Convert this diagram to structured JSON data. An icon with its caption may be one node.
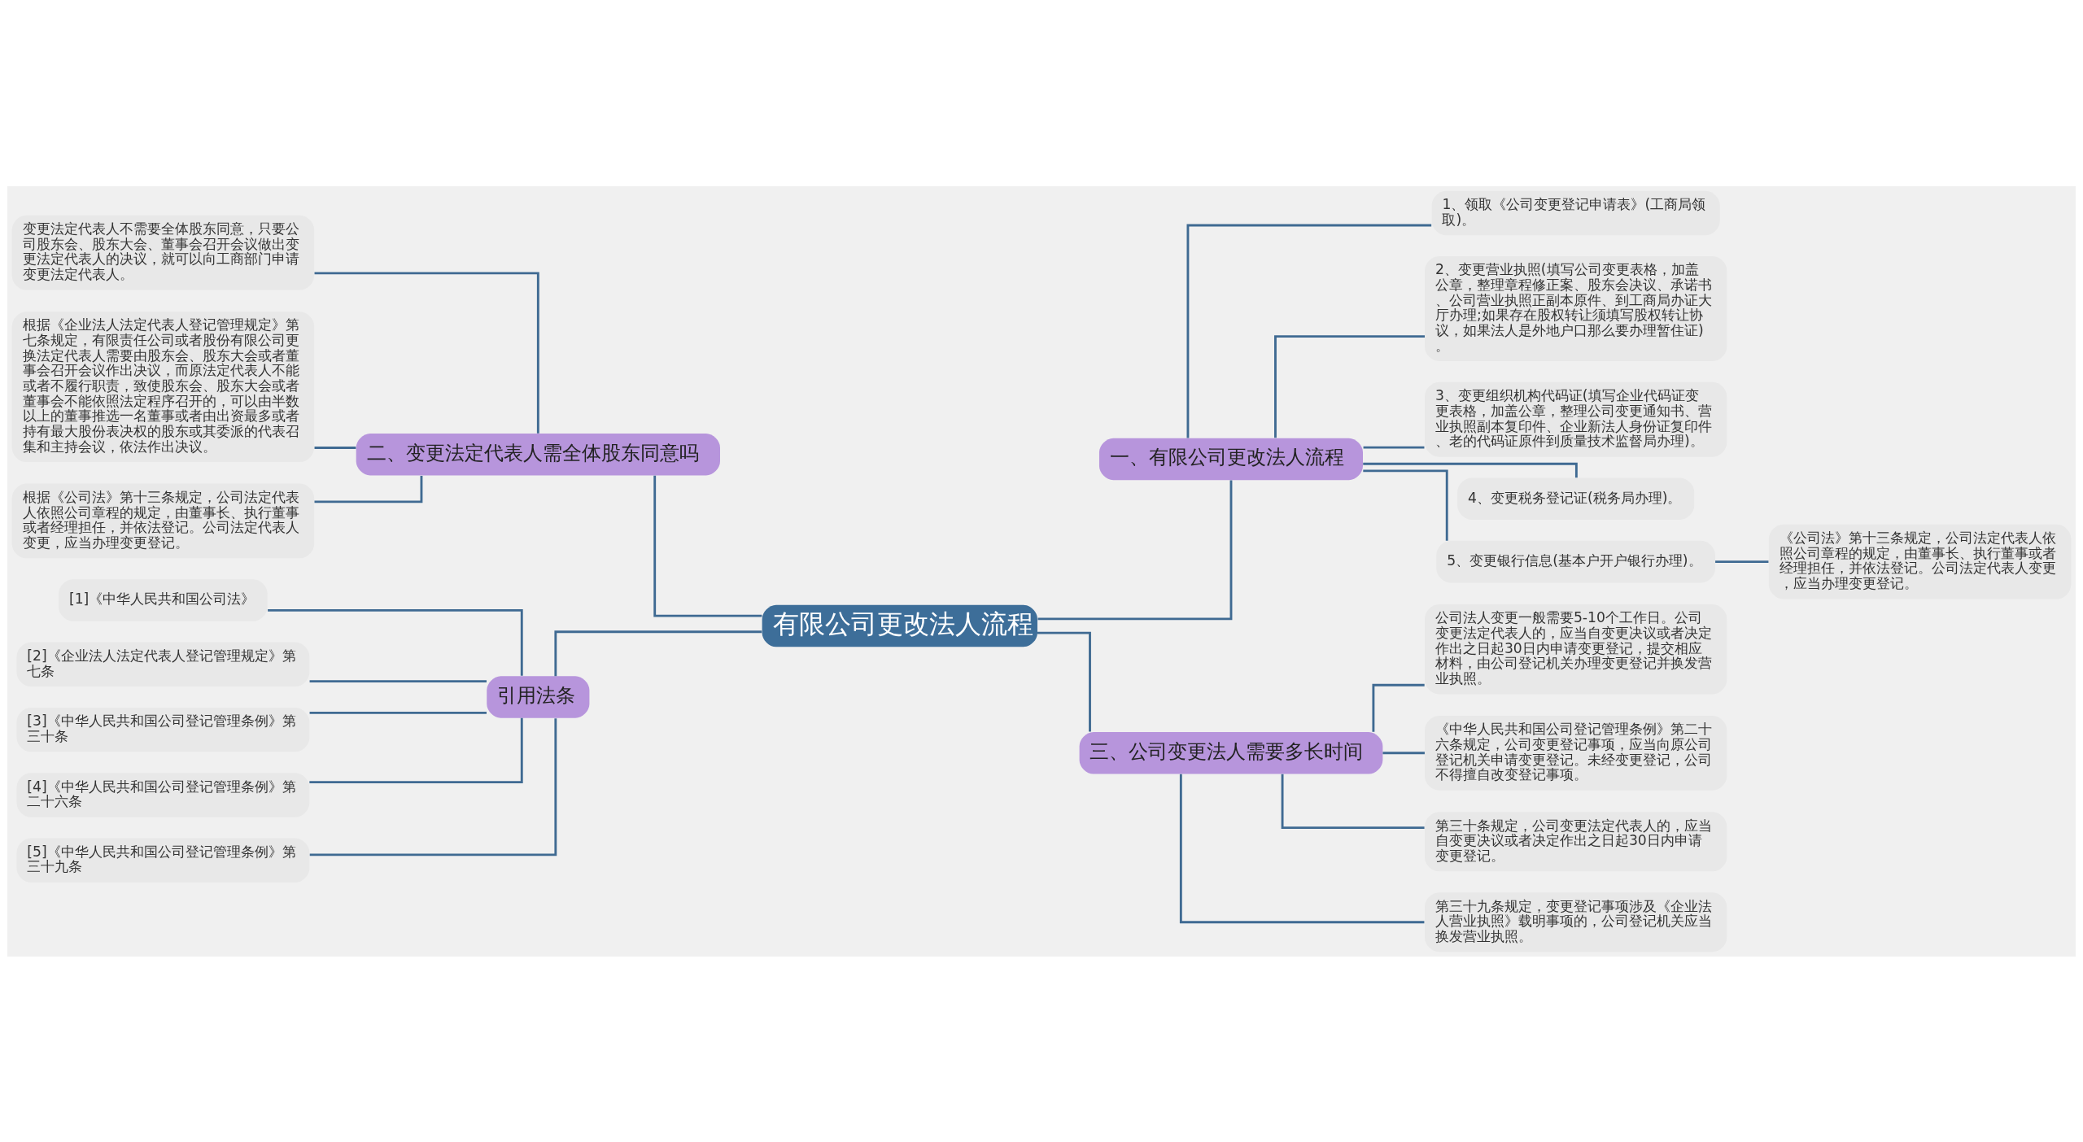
{
  "diagram": {
    "nodes": [
      {
        "text": [
          "有限公司更改法人流程"
        ]
      },
      {
        "text": [
          "一、有限公司更改法人流程"
        ]
      },
      {
        "text": [
          "1、领取《公司变更登记申请表》(工商局领取)。"
        ]
      },
      {
        "text": [
          "2、变更营业执照(填写公司变更表格，加盖公章，整理章程修正案、股东会决议、承诺书、公司营业执照正副本原件、到工商局办证大厅办理;如果存在股权转让须填写股权转让协议，如果法人是外地户口那么要办理暂住证)。"
        ]
      },
      {
        "text": [
          "3、变更组织机构代码证(填写企业代码证变更表格，加盖公章，整理公司变更通知书、营业执照副本复印件、企业新法人身份证复印件、老的代码证原件到质量技术监督局办理)。"
        ]
      },
      {
        "text": [
          "4、变更税务登记证(税务局办理)。"
        ]
      },
      {
        "text": [
          "5、变更银行信息(基本户开户银行办理)。"
        ]
      },
      {
        "text": [
          "《公司法》第十三条规定，公司法定代表人依照公司章程的规定，由董事长、执行董事或者经理担任，并依法登记。公司法定代表人变更，应当办理变更登记。"
        ]
      },
      {
        "text": [
          "二、变更法定代表人需全体股东同意吗"
        ]
      },
      {
        "text": [
          "变更法定代表人不需要全体股东同意，只要公司股东会、股东大会、董事会召开会议做出变更法定代表人的决议，就可以向工商部门申请变更法定代表人。"
        ]
      },
      {
        "text": [
          "根据《企业法人法定代表人登记管理规定》第七条规定，有限责任公司或者股份有限公司更换法定代表人需要由股东会、股东大会或者董事会召开会议作出决议，而原法定代表人不能或者不履行职责，致使股东会、股东大会或者董事会不能依照法定程序召开的，可以由半数以上的董事推选一名董事或者由出资最多或者持有最大股份表决权的股东或其委派的代表召集和主持会议，依法作出决议。"
        ]
      },
      {
        "text": [
          "根据《公司法》第十三条规定，公司法定代表人依照公司章程的规定，由董事长、执行董事或者经理担任，并依法登记。公司法定代表人变更，应当办理变更登记。"
        ]
      },
      {
        "text": [
          "三、公司变更法人需要多长时间"
        ]
      },
      {
        "text": [
          "公司法人变更一般需要5-10个工作日。公司变更法定代表人的，应当自变更决议或者决定作出之日起30日内申请变更登记，提交相应材料，由公司登记机关办理变更登记并换发营业执照。"
        ]
      },
      {
        "text": [
          "《中华人民共和国公司登记管理条例》第二十六条规定，公司变更登记事项，应当向原公司登记机关申请变更登记。未经变更登记，公司不得擅自改变登记事项。"
        ]
      },
      {
        "text": [
          "第三十条规定，公司变更法定代表人的，应当自变更决议或者决定作出之日起30日内申请变更登记。"
        ]
      },
      {
        "text": [
          "第三十九条规定，变更登记事项涉及《企业法人营业执照》载明事项的，公司登记机关应当换发营业执照。"
        ]
      },
      {
        "text": [
          "引用法条"
        ]
      },
      {
        "text": [
          "[1]《中华人民共和国公司法》"
        ]
      },
      {
        "text": [
          "[2]《企业法人法定代表人登记管理规定》第七条"
        ]
      },
      {
        "text": [
          "[3]《中华人民共和国公司登记管理条例》第三十条"
        ]
      },
      {
        "text": [
          "[4]《中华人民共和国公司登记管理条例》第二十六条"
        ]
      },
      {
        "text": [
          "[5]《中华人民共和国公司登记管理条例》第三十九条"
        ]
      }
    ],
    "edges": [
      {
        "from": 9,
        "to": 8,
        "arrow": "none"
      },
      {
        "from": 10,
        "to": 8,
        "arrow": "none"
      },
      {
        "from": 11,
        "to": 8,
        "arrow": "none"
      },
      {
        "from": 8,
        "to": 0,
        "arrow": "none"
      },
      {
        "from": 18,
        "to": 17,
        "arrow": "none"
      },
      {
        "from": 19,
        "to": 17,
        "arrow": "none"
      },
      {
        "from": 20,
        "to": 17,
        "arrow": "none"
      },
      {
        "from": 21,
        "to": 17,
        "arrow": "none"
      },
      {
        "from": 22,
        "to": 17,
        "arrow": "none"
      },
      {
        "from": 17,
        "to": 0,
        "arrow": "none"
      },
      {
        "from": 0,
        "to": 1,
        "arrow": "none"
      },
      {
        "from": 1,
        "to": 2,
        "arrow": "none"
      },
      {
        "from": 1,
        "to": 3,
        "arrow": "none"
      },
      {
        "from": 1,
        "to": 4,
        "arrow": "none"
      },
      {
        "from": 1,
        "to": 5,
        "arrow": "none"
      },
      {
        "from": 1,
        "to": 6,
        "arrow": "none"
      },
      {
        "from": 6,
        "to": 7,
        "arrow": "none"
      },
      {
        "from": 0,
        "to": 12,
        "arrow": "none"
      },
      {
        "from": 12,
        "to": 13,
        "arrow": "none"
      },
      {
        "from": 12,
        "to": 14,
        "arrow": "none"
      },
      {
        "from": 12,
        "to": 15,
        "arrow": "none"
      },
      {
        "from": 12,
        "to": 16,
        "arrow": "none"
      }
    ]
  }
}
